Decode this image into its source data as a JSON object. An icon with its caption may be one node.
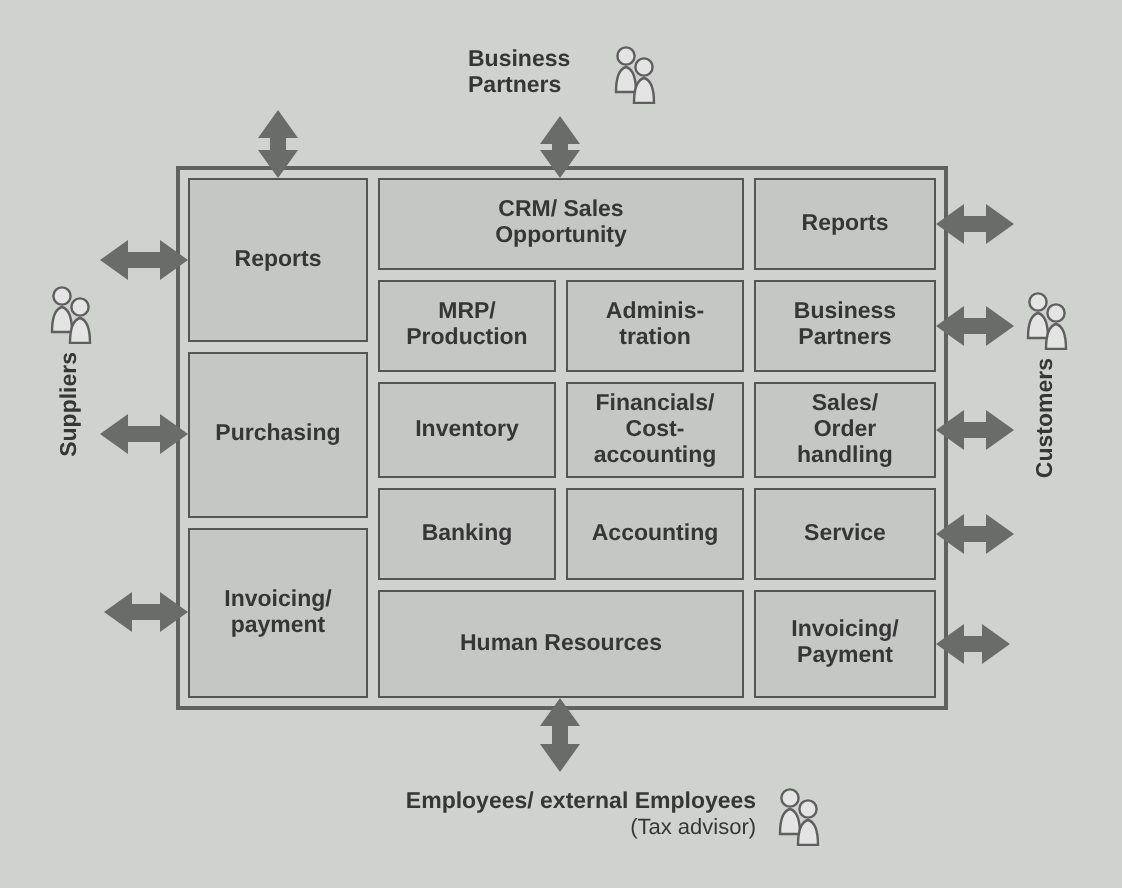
{
  "diagram": {
    "nodes": [
      {
        "text": [
          "Business Partners"
        ]
      },
      {
        "text": [],
        "shape": "box"
      },
      {
        "text": [
          "Reports"
        ],
        "in": 1
      },
      {
        "text": [
          "CRM/ Sales Opportunity"
        ],
        "in": 1
      },
      {
        "text": [
          "Reports"
        ],
        "in": 1
      },
      {
        "text": [
          "MRP/ Production"
        ],
        "in": 1
      },
      {
        "text": [
          "Adminis- tration"
        ],
        "in": 1
      },
      {
        "text": [
          "Business Partners"
        ],
        "in": 1
      },
      {
        "text": [
          "Purchasing"
        ],
        "in": 1
      },
      {
        "text": [
          "Inventory"
        ],
        "in": 1
      },
      {
        "text": [
          "Financials/ Cost- accounting"
        ],
        "in": 1
      },
      {
        "text": [
          "Sales/ Order handling"
        ],
        "in": 1
      },
      {
        "text": [
          "Banking"
        ],
        "in": 1
      },
      {
        "text": [
          "Accounting"
        ],
        "in": 1
      },
      {
        "text": [
          "Service"
        ],
        "in": 1
      },
      {
        "text": [
          "Invoicing/ payment"
        ],
        "in": 1
      },
      {
        "text": [
          "Human Resources"
        ],
        "in": 1
      },
      {
        "text": [
          "Invoicing/ Payment"
        ],
        "in": 1
      },
      {
        "text": [
          "Suppliers"
        ]
      },
      {
        "text": [
          "Customers"
        ]
      },
      {
        "text": [
          "Employees/ external Employees",
          "(Tax advisor)"
        ]
      }
    ],
    "edges": [
      {
        "from": 2,
        "to": null,
        "arrow": "both"
      },
      {
        "from": 3,
        "to": 0,
        "arrow": "both"
      },
      {
        "from": 2,
        "to": 18,
        "arrow": "both"
      },
      {
        "from": 4,
        "to": 19,
        "arrow": "both"
      },
      {
        "from": 7,
        "to": 19,
        "arrow": "both"
      },
      {
        "from": 8,
        "to": 18,
        "arrow": "both"
      },
      {
        "from": 11,
        "to": 19,
        "arrow": "both"
      },
      {
        "from": 14,
        "to": 19,
        "arrow": "both"
      },
      {
        "from": 15,
        "to": null,
        "arrow": "both"
      },
      {
        "from": 17,
        "to": null,
        "arrow": "both"
      },
      {
        "from": 16,
        "to": 20,
        "arrow": "both"
      }
    ]
  }
}
